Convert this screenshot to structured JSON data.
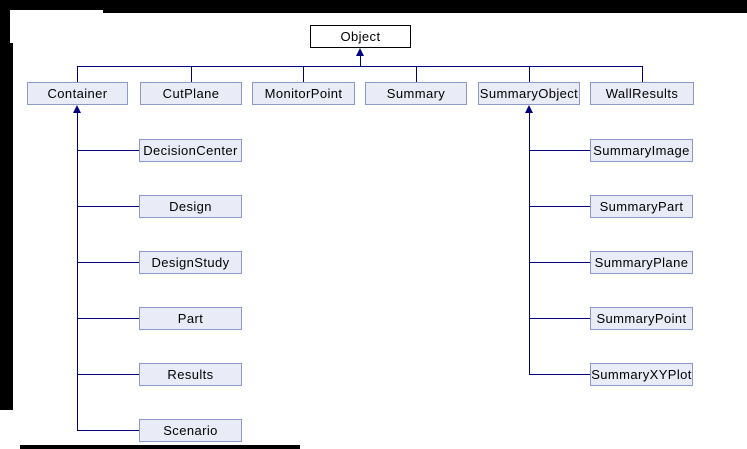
{
  "diagram": {
    "type": "class-inheritance-diagram",
    "colors": {
      "background": "#ffffff",
      "edge": "#000080",
      "node_fill": "#e9ecf6",
      "node_border": "#8a99c6",
      "root_fill": "#ffffff",
      "root_border": "#000000",
      "text": "#000000",
      "screen_artifact": "#000000"
    },
    "root": {
      "label": "Object"
    },
    "level1": [
      {
        "label": "Container"
      },
      {
        "label": "CutPlane"
      },
      {
        "label": "MonitorPoint"
      },
      {
        "label": "Summary"
      },
      {
        "label": "SummaryObject"
      },
      {
        "label": "WallResults"
      }
    ],
    "container_children": [
      {
        "label": "DecisionCenter"
      },
      {
        "label": "Design"
      },
      {
        "label": "DesignStudy"
      },
      {
        "label": "Part"
      },
      {
        "label": "Results"
      },
      {
        "label": "Scenario"
      }
    ],
    "summaryobject_children": [
      {
        "label": "SummaryImage"
      },
      {
        "label": "SummaryPart"
      },
      {
        "label": "SummaryPlane"
      },
      {
        "label": "SummaryPoint"
      },
      {
        "label": "SummaryXYPlot"
      }
    ]
  }
}
